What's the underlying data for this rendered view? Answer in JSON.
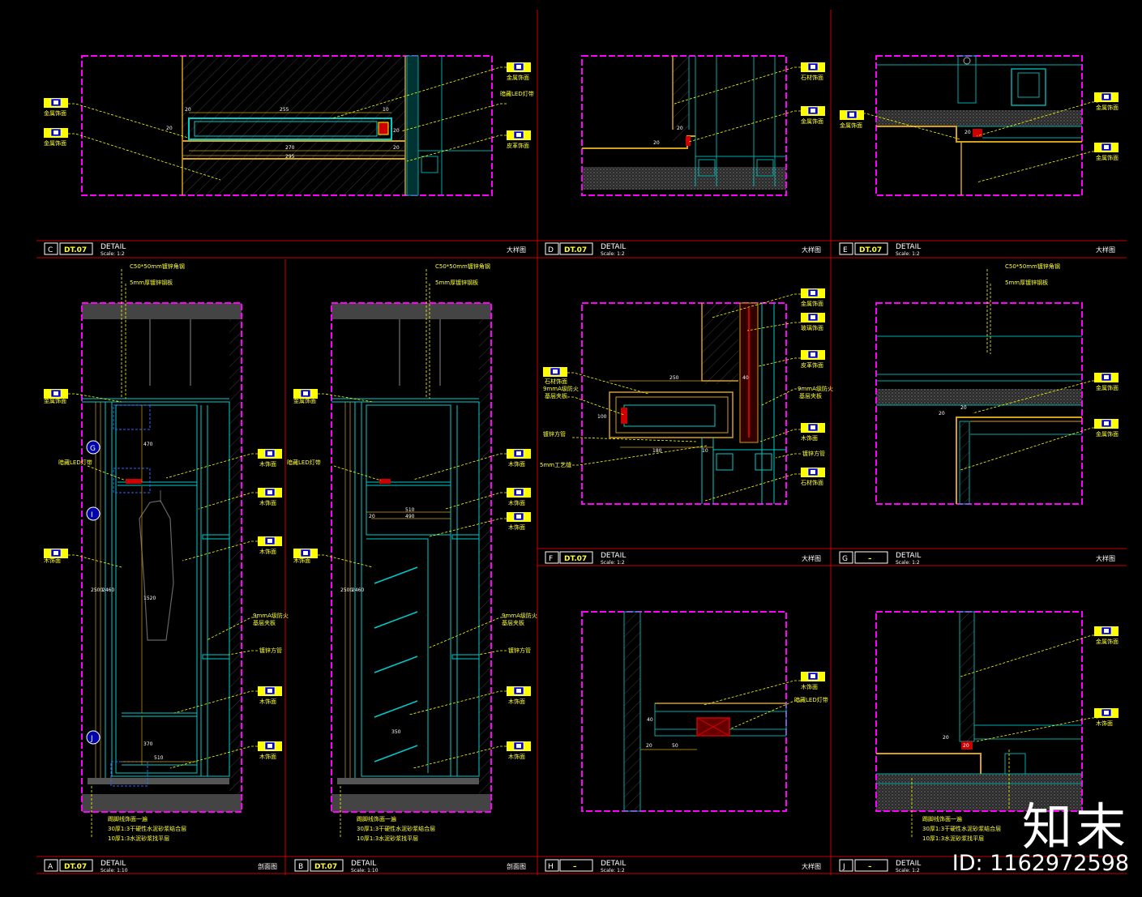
{
  "titles": {
    "C": {
      "letter": "C",
      "ref": "DT.07",
      "word": "DETAIL",
      "scale": "Scale: 1:2",
      "kind": "大样图"
    },
    "D": {
      "letter": "D",
      "ref": "DT.07",
      "word": "DETAIL",
      "scale": "Scale: 1:2",
      "kind": "大样图"
    },
    "E": {
      "letter": "E",
      "ref": "DT.07",
      "word": "DETAIL",
      "scale": "Scale: 1:2",
      "kind": "大样图"
    },
    "F": {
      "letter": "F",
      "ref": "DT.07",
      "word": "DETAIL",
      "scale": "Scale: 1:2",
      "kind": "大样图"
    },
    "G": {
      "letter": "G",
      "ref": "–",
      "word": "DETAIL",
      "scale": "Scale: 1:2",
      "kind": "大样图"
    },
    "A": {
      "letter": "A",
      "ref": "DT.07",
      "word": "DETAIL",
      "scale": "Scale: 1:10",
      "kind": "剖面图"
    },
    "B": {
      "letter": "B",
      "ref": "DT.07",
      "word": "DETAIL",
      "scale": "Scale: 1:10",
      "kind": "剖面图"
    },
    "H": {
      "letter": "H",
      "ref": "–",
      "word": "DETAIL",
      "scale": "Scale: 1:2",
      "kind": "大样图"
    },
    "J": {
      "letter": "J",
      "ref": "–",
      "word": "DETAIL",
      "scale": "Scale: 1:2",
      "kind": "大样图"
    }
  },
  "labels": {
    "metal": "金属饰面",
    "wood": "木饰面",
    "stone": "石材饰面",
    "glass": "玻璃饰面",
    "leather": "皮革饰面",
    "hidden_led": "暗藏LED灯带",
    "board": "9mmA级防火",
    "board2": "基层夹板",
    "galv": "镀锌方管",
    "joint": "5mm工艺缝",
    "steel_top": "C50*50mm镀锌角钢",
    "steel_top2": "5mm厚镀锌钢板",
    "floor1": "踢脚线饰面一遍",
    "floor2": "30厚1:3干硬性水泥砂浆结合层",
    "floor3": "10厚1:3水泥砂浆找平层"
  },
  "dims": {
    "c": [
      "255",
      "10",
      "20",
      "270",
      "295",
      "20",
      "20",
      "20"
    ],
    "d": [
      "20",
      "20"
    ],
    "e": [
      "20"
    ],
    "f": [
      "250",
      "40",
      "100",
      "180",
      "10"
    ],
    "g": [
      "20",
      "20"
    ],
    "a": [
      "470",
      "1520",
      "2500",
      "2460",
      "370",
      "510"
    ],
    "b": [
      "510",
      "490",
      "20",
      "2500",
      "2460",
      "350"
    ],
    "h": [
      "40",
      "20",
      "50"
    ],
    "j": [
      "20",
      "20"
    ]
  },
  "markers": {
    "g": "G",
    "i": "I",
    "j": "J"
  },
  "watermark": {
    "logo": "知末",
    "id": "ID: 1162972598"
  }
}
